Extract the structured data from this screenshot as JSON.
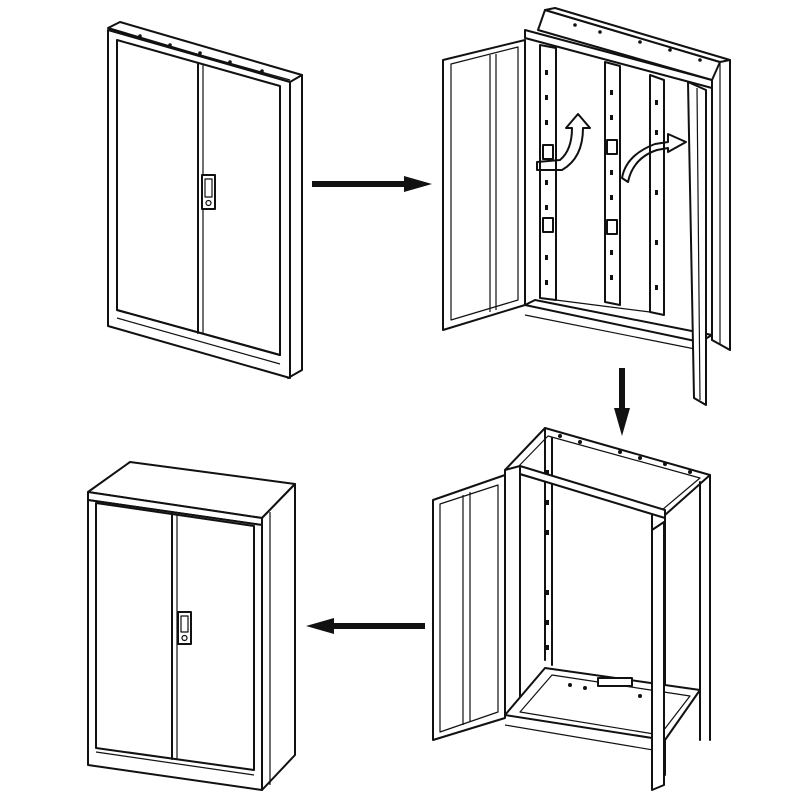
{
  "diagram": {
    "steps": [
      {
        "name": "folded-cabinet"
      },
      {
        "name": "unfolding-frame"
      },
      {
        "name": "unfolded-frame-open-doors"
      },
      {
        "name": "assembled-cabinet"
      }
    ],
    "arrows": [
      {
        "from": "folded-cabinet",
        "to": "unfolding-frame",
        "direction": "right"
      },
      {
        "from": "unfolding-frame",
        "to": "unfolded-frame-open-doors",
        "direction": "down"
      },
      {
        "from": "unfolded-frame-open-doors",
        "to": "assembled-cabinet",
        "direction": "left"
      }
    ],
    "colors": {
      "line": "#111111",
      "background": "#ffffff"
    }
  }
}
